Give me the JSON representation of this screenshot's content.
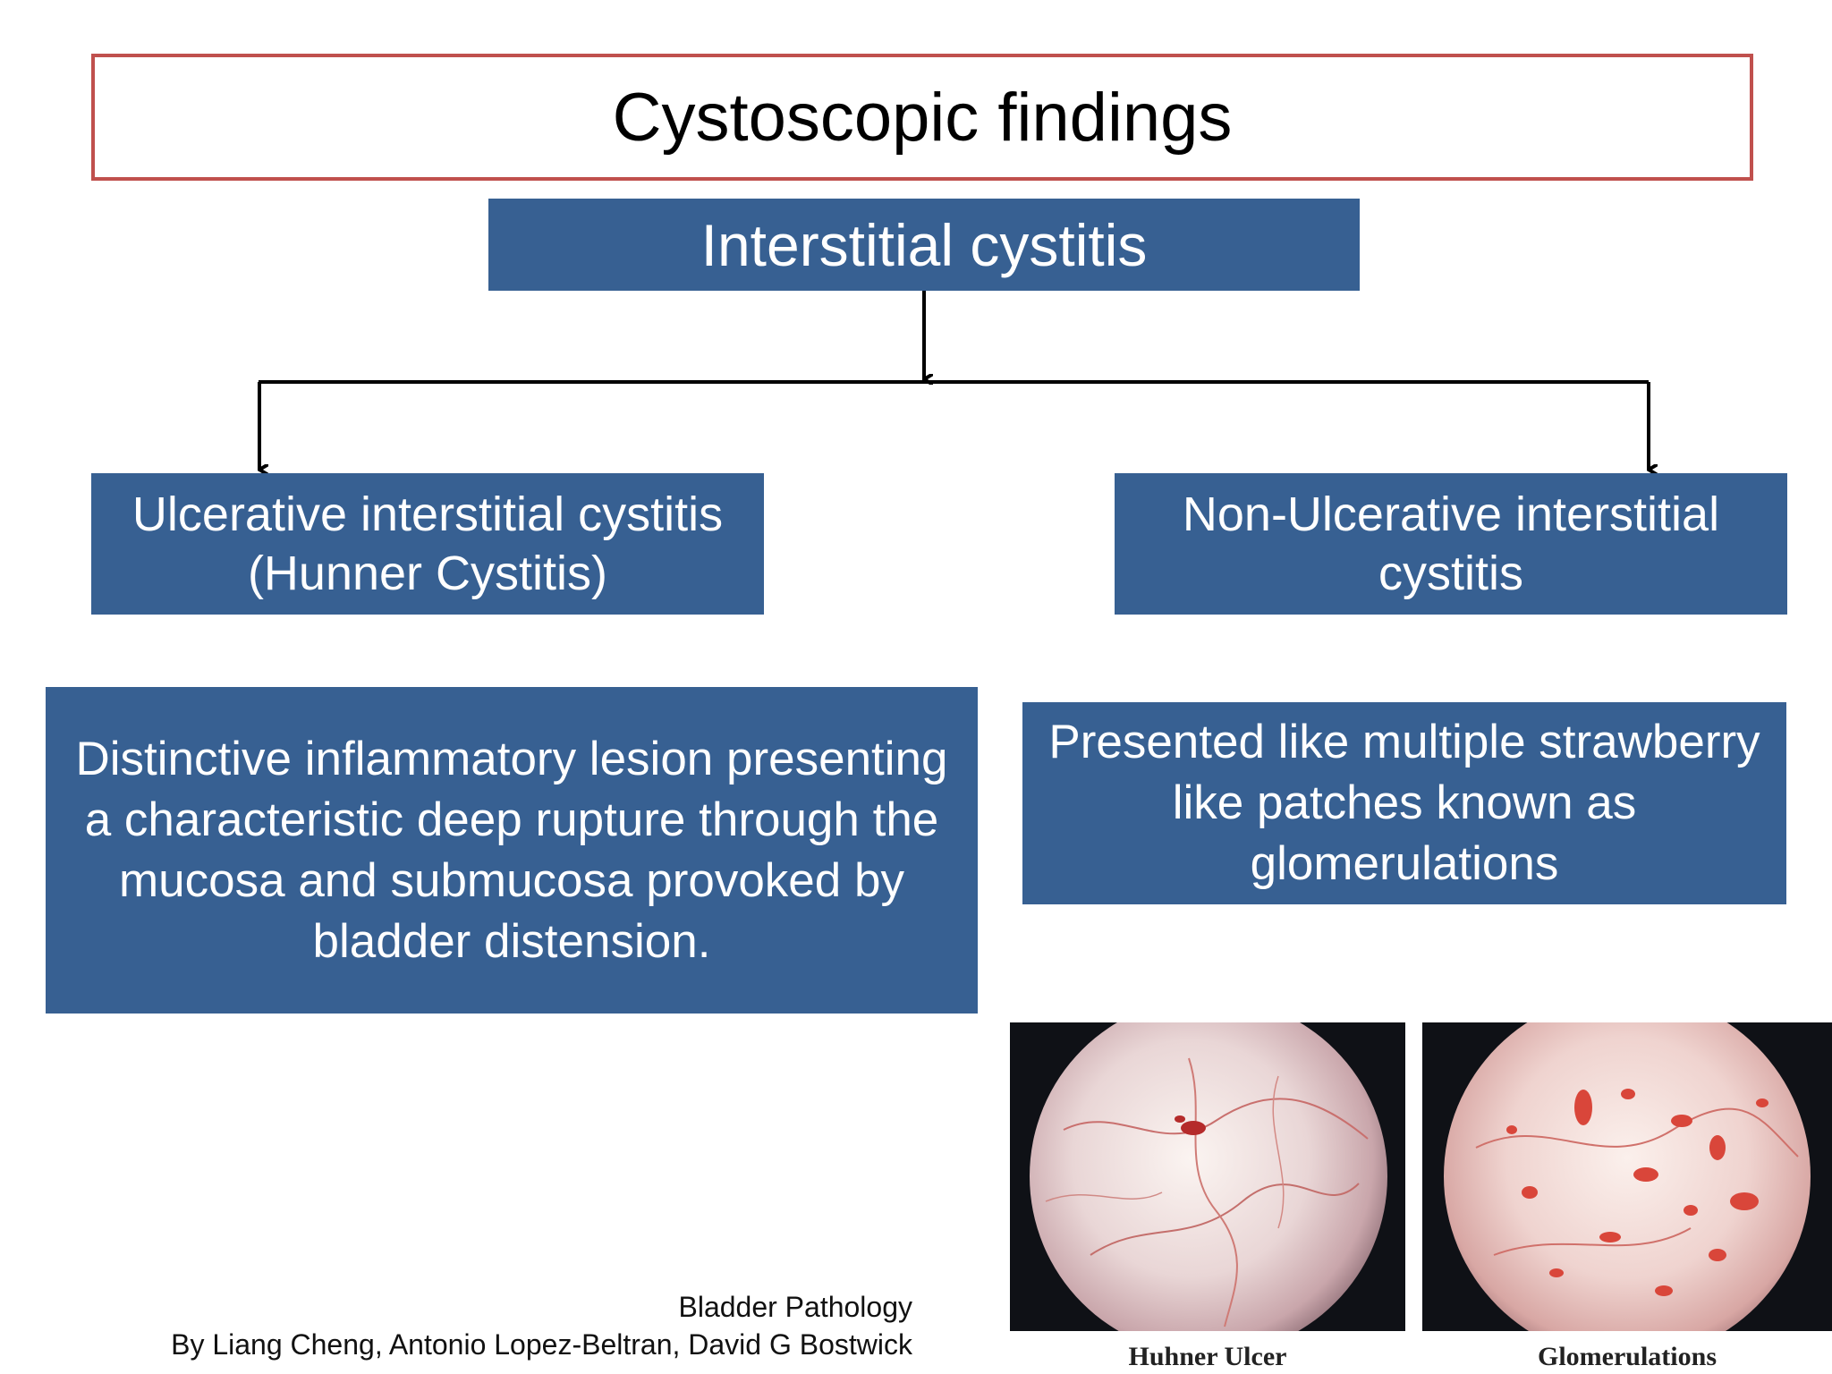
{
  "title": "Cystoscopic findings",
  "root": "Interstitial cystitis",
  "branches": {
    "left": {
      "line1": "Ulcerative interstitial cystitis",
      "line2": "(Hunner Cystitis)",
      "description": "Distinctive inflammatory lesion presenting a characteristic deep rupture through the mucosa and submucosa provoked by bladder distension."
    },
    "right": {
      "line1": "Non-Ulcerative interstitial",
      "line2": "cystitis",
      "description": "Presented like multiple strawberry like patches known as glomerulations"
    }
  },
  "images": {
    "left_caption": "Huhner Ulcer",
    "right_caption": "Glomerulations"
  },
  "citation": {
    "line1": "Bladder Pathology",
    "line2": "By Liang Cheng, Antonio Lopez-Beltran, David G Bostwick"
  },
  "colors": {
    "title_border": "#c0504d",
    "box_fill": "#376092",
    "box_text": "#ffffff"
  }
}
